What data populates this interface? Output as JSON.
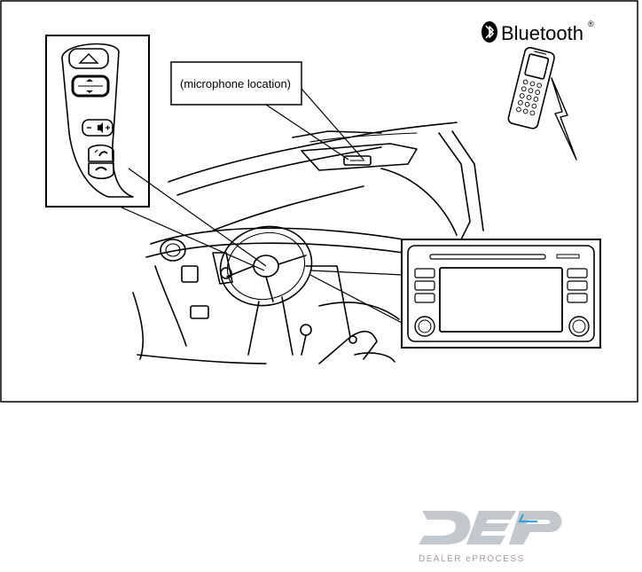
{
  "callout": {
    "microphone_label": "(microphone location)"
  },
  "bluetooth": {
    "wordmark": "Bluetooth",
    "registered_mark": "®",
    "icon": "bluetooth-icon"
  },
  "watermark": {
    "logo_text": "DEP",
    "subtitle": "DEALER ePROCESS",
    "colors": {
      "primary": "#c3c8cd",
      "accent": "#3aa0d8",
      "subtitle": "#9aa1a8"
    }
  },
  "icons": {
    "steering_controls": [
      "up-arrow-icon",
      "menu-up-down-icon",
      "volume-icon",
      "phone-answer-icon",
      "phone-hangup-icon"
    ],
    "phone": "mobile-phone-icon",
    "signal": "wireless-signal-icon"
  }
}
